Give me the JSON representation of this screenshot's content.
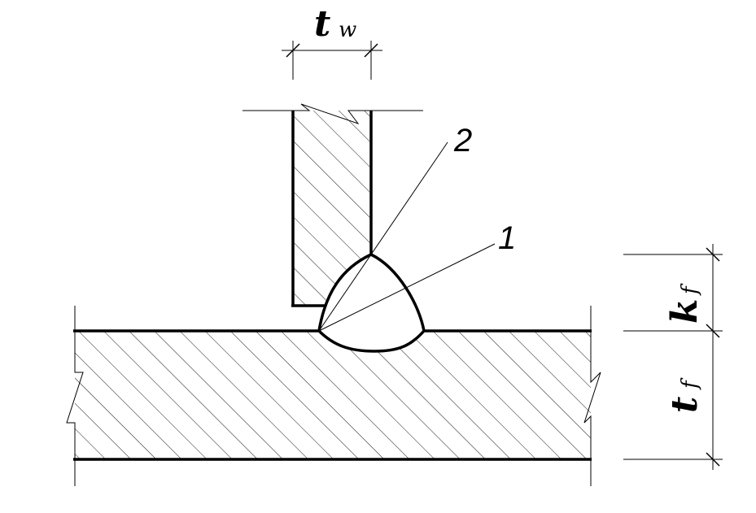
{
  "diagram": {
    "labels": {
      "tw_main": "t",
      "tw_sub": "w",
      "kf_main": "k",
      "kf_sub": "f",
      "tf_main": "t",
      "tf_sub": "f",
      "callout_1": "1",
      "callout_2": "2"
    },
    "colors": {
      "stroke": "#000000",
      "background": "#ffffff"
    }
  }
}
